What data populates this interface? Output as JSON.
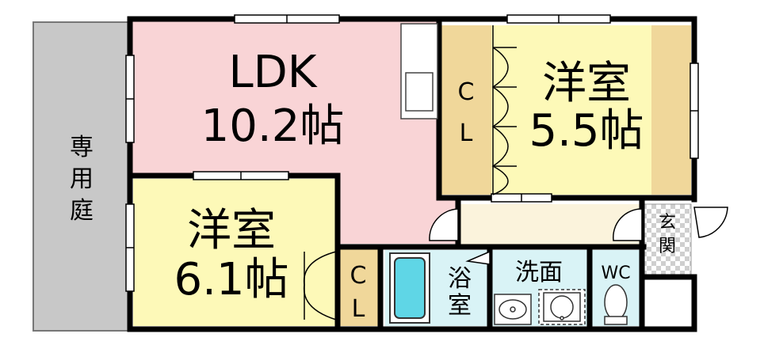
{
  "rooms": {
    "ldk": {
      "name": "LDK",
      "size": "10.2帖",
      "color": "#f9d4d6"
    },
    "western_5_5": {
      "name": "洋室",
      "size": "5.5帖",
      "color": "#fdf9b8"
    },
    "western_6_1": {
      "name": "洋室",
      "size": "6.1帖",
      "color": "#fdf9b8"
    },
    "closet_upper": {
      "line1": "C",
      "line2": "L",
      "color": "#f0d79a"
    },
    "closet_lower": {
      "line1": "C",
      "line2": "L",
      "color": "#f0d79a"
    },
    "bath": {
      "line1": "浴",
      "line2": "室",
      "color": "#d9f3f6"
    },
    "washroom": {
      "name": "洗面",
      "color": "#d9f3f6"
    },
    "wc": {
      "name": "WC",
      "color": "#d9f3f6"
    },
    "entrance": {
      "line1": "玄",
      "line2": "関"
    },
    "private_garden": {
      "line1": "専",
      "line2": "用",
      "line3": "庭",
      "color": "#c8c8c8"
    },
    "hallway": {
      "color": "#fbf3dc"
    }
  }
}
